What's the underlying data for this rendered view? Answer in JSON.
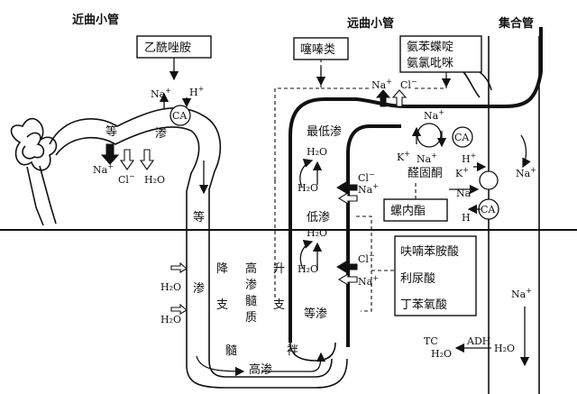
{
  "titles": {
    "proximal": "近曲小管",
    "distal": "远曲小管",
    "collecting": "集合管"
  },
  "drugs": {
    "acetazolamide": "乙酰唑胺",
    "thiazides": "噻嗪类",
    "triamterene": "氨苯蝶啶",
    "amiloride": "氨氯吡咪",
    "spironolactone": "螺内酯",
    "furosemide": "呋喃苯胺酸",
    "etacrynic": "利尿酸",
    "bumetanide": "丁苯氧酸"
  },
  "ions": {
    "na": "Na",
    "plus": "+",
    "cl": "Cl",
    "minus": "−",
    "h": "H",
    "k": "K",
    "h2o": "H₂O",
    "ca": "CA",
    "tc": "TC",
    "adh": "ADH"
  },
  "osmotic": {
    "iso_prox_1": "等",
    "iso_prox_2": "渗",
    "iso_desc": "等",
    "iso_asc": "等渗",
    "lowest": "最低渗",
    "low": "低渗",
    "aldosterone": "醛固酮",
    "high": "高渗"
  },
  "medulla": {
    "col1": [
      "降",
      "支"
    ],
    "col2": [
      "高",
      "渗",
      "髓",
      "质"
    ],
    "col3": [
      "升",
      "支"
    ],
    "bottom_left": "髓",
    "bottom_right": "袢",
    "seep": "渗"
  }
}
